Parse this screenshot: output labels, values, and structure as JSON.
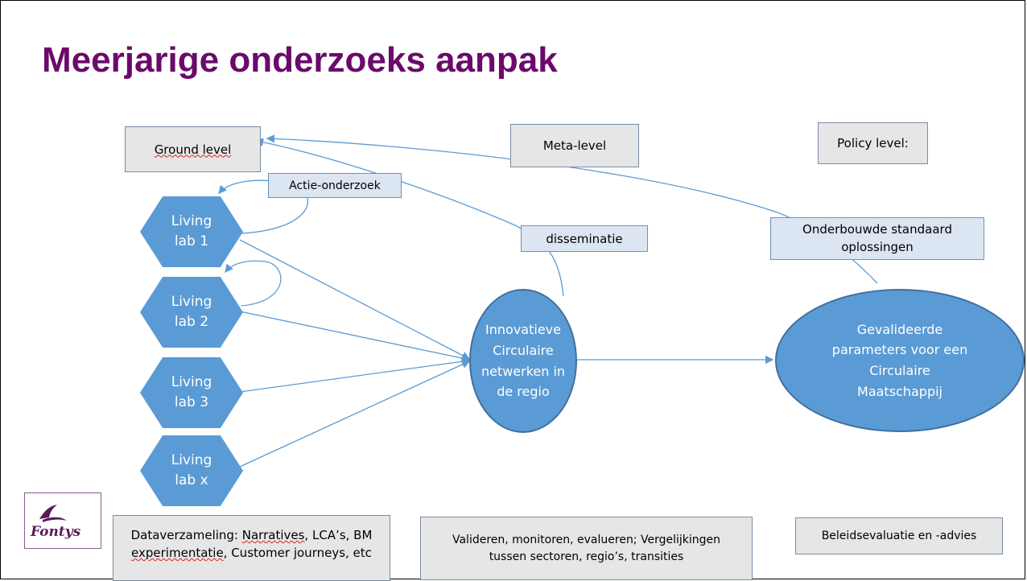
{
  "title": "Meerjarige onderzoeks aanpak",
  "levels": {
    "ground": "Ground level",
    "meta": "Meta-level",
    "policy": "Policy level:"
  },
  "labels": {
    "actie": "Actie-onderzoek",
    "disseminatie": "disseminatie",
    "onderbouwde_l1": "Onderbouwde standaard",
    "onderbouwde_l2": "oplossingen"
  },
  "labs": [
    {
      "l1": "Living",
      "l2": "lab 1"
    },
    {
      "l1": "Living",
      "l2": "lab 2"
    },
    {
      "l1": "Living",
      "l2": "lab 3"
    },
    {
      "l1": "Living",
      "l2": "lab x"
    }
  ],
  "innovatieve": {
    "l1": "Innovatieve",
    "l2": "Circulaire",
    "l3": "netwerken in",
    "l4": "de regio"
  },
  "gevalideerde": {
    "l1": "Gevalideerde",
    "l2": "parameters voor een",
    "l3": "Circulaire",
    "l4": "Maatschappij"
  },
  "bottom": {
    "data_prefix": "Dataverzameling: ",
    "data_narratives": "Narratives",
    "data_mid": ", LCA’s, BM",
    "data_experimentatie": "experimentatie",
    "data_customer": ", Customer journeys, etc",
    "validatie_l1": "Valideren, monitoren, evalueren; Vergelijkingen",
    "validatie_l2": "tussen sectoren, regio’s, transities",
    "beleid": "Beleidsevaluatie en -advies"
  },
  "logo": {
    "text": "Fontys"
  },
  "colors": {
    "title": "#6b0a6b",
    "shape_fill": "#5b9bd5",
    "arrow": "#5b9bd5"
  }
}
